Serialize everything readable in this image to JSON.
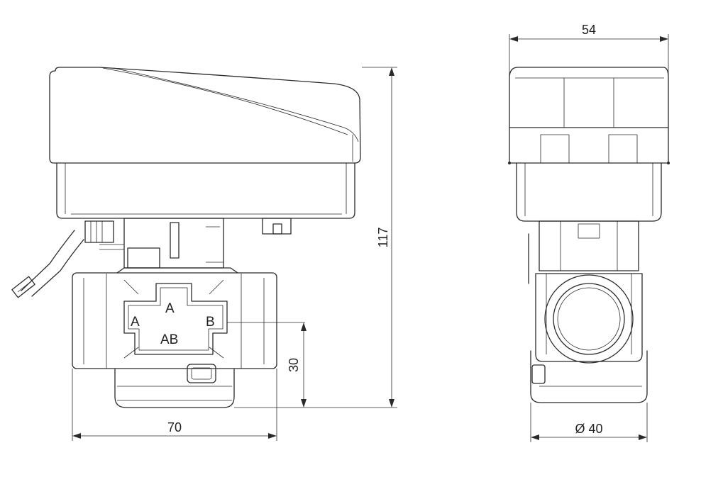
{
  "dimensions": {
    "width_front": "70",
    "height_total": "117",
    "axis_height": "30",
    "width_side": "54",
    "diameter": "Ø 40"
  },
  "port_labels": {
    "a_left": "A",
    "a_top": "A",
    "b_right": "B",
    "ab_bottom": "AB"
  },
  "colors": {
    "line": "#2a2a2a",
    "background": "#ffffff"
  }
}
